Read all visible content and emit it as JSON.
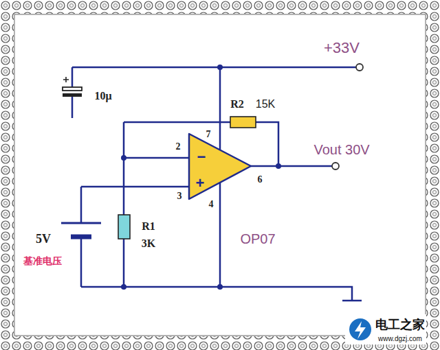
{
  "diagram": {
    "labels": [
      "+33V",
      "10μ",
      "R2",
      "15K",
      "7",
      "2",
      "−",
      "+",
      "Vout 30V",
      "3",
      "6",
      "4",
      "5V",
      "R1",
      "3K",
      "OP07",
      "基准电压",
      "电工之家",
      "www.dgzj.com"
    ]
  }
}
